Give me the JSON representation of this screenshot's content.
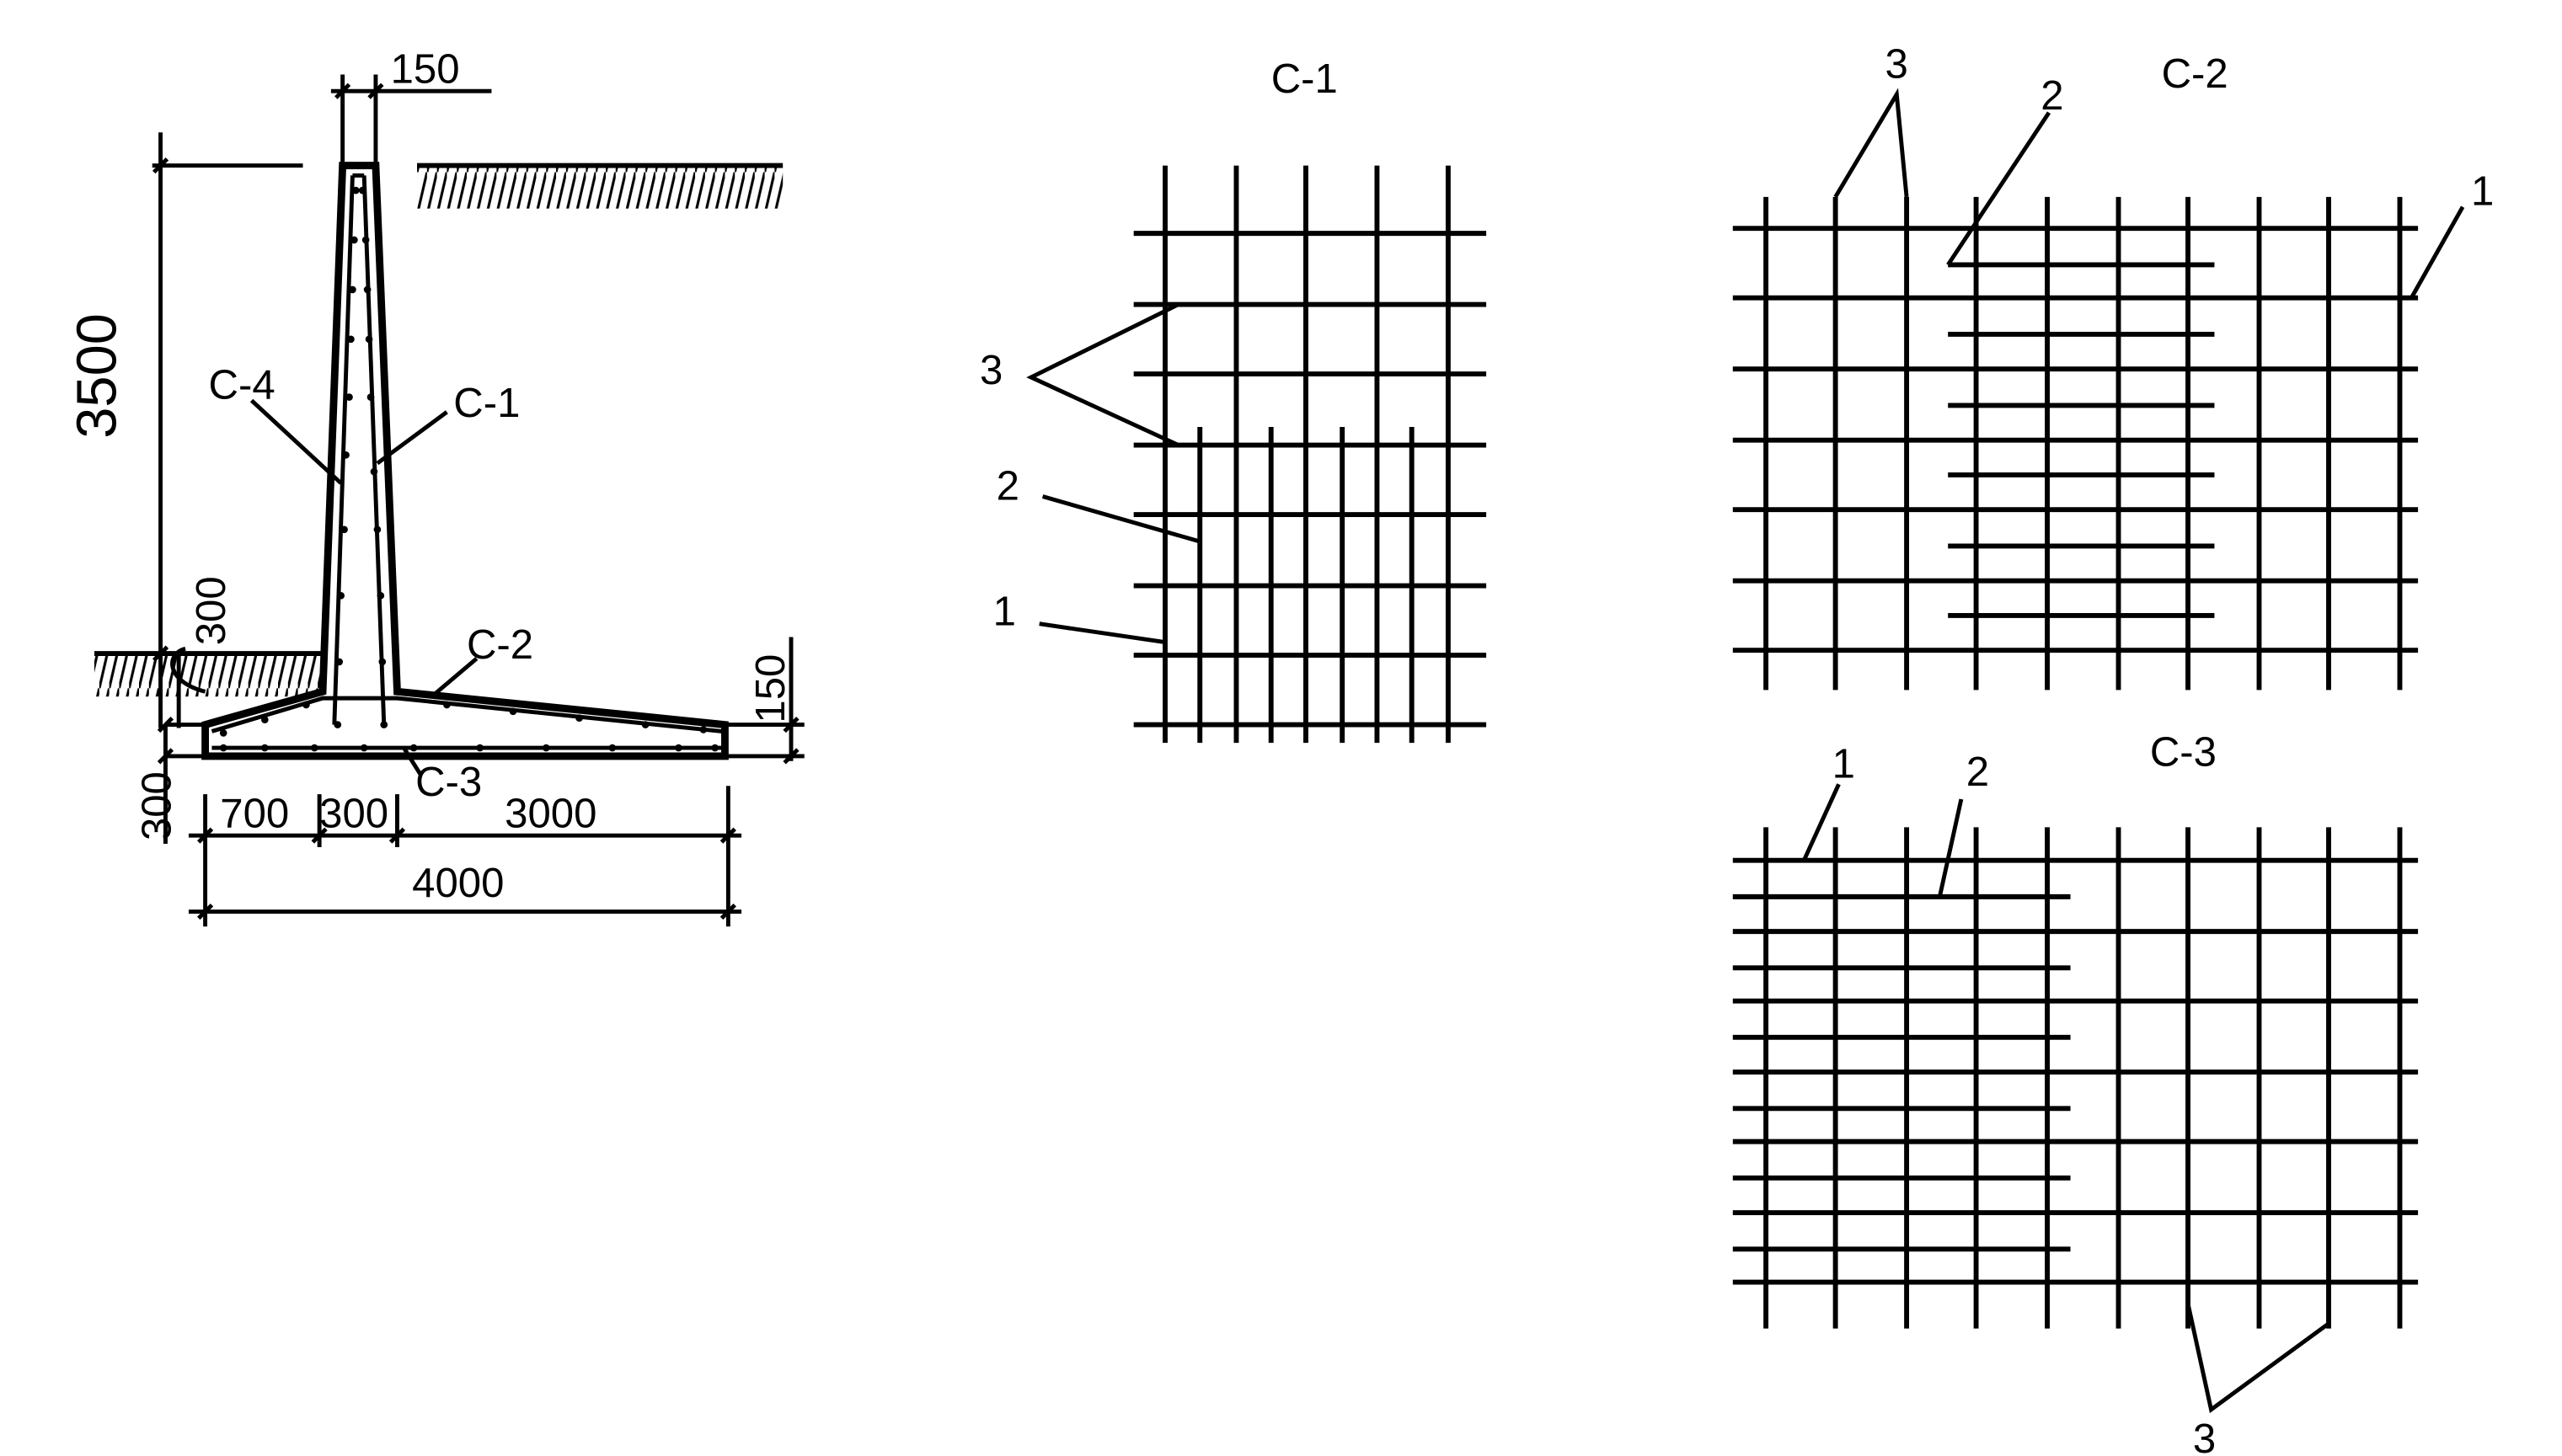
{
  "section": {
    "dimensions": {
      "wall_height": "3500",
      "wall_top_width": "150",
      "toe_cover": "300",
      "heel_edge": "150",
      "slab_thickness": "300",
      "toe_length": "700",
      "stem_base_width": "300",
      "heel_length": "3000",
      "total_length": "4000"
    },
    "labels": {
      "mesh_c4": "С-4",
      "mesh_c1": "С-1",
      "mesh_c2": "С-2",
      "mesh_c3": "С-3"
    }
  },
  "mesh_c1": {
    "title": "С-1",
    "callouts": {
      "bar_1": "1",
      "bar_2": "2",
      "bar_3": "3"
    }
  },
  "mesh_c2": {
    "title": "С-2",
    "callouts": {
      "bar_1": "1",
      "bar_2": "2",
      "bar_3": "3"
    }
  },
  "mesh_c3": {
    "title": "С-3",
    "callouts": {
      "bar_1": "1",
      "bar_2": "2",
      "bar_3": "3"
    }
  },
  "colors": {
    "ink": "#000000",
    "paper": "#ffffff"
  }
}
